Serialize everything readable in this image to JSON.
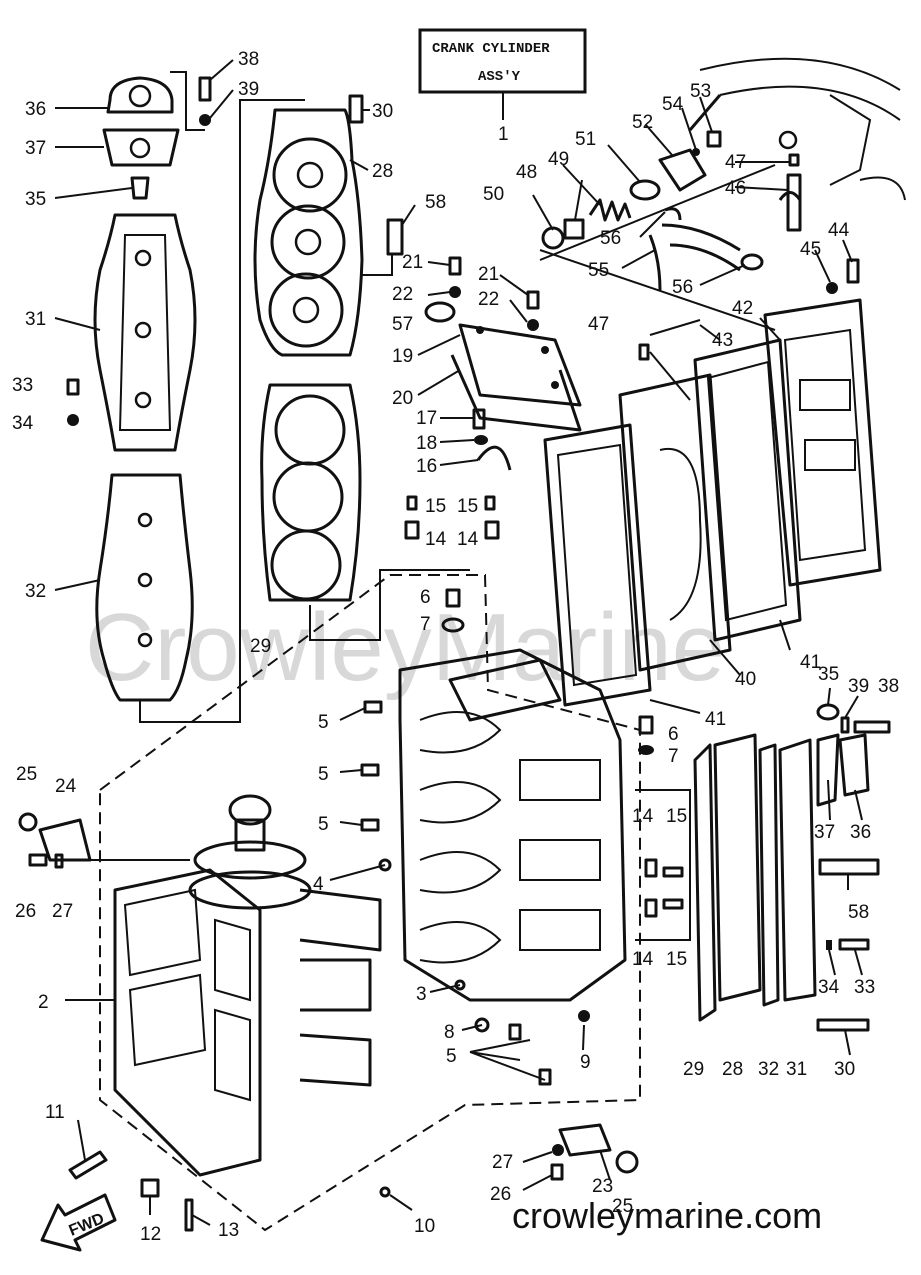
{
  "diagram": {
    "title_line1": "CRANK CYLINDER",
    "title_line2": "ASS'Y",
    "watermark": "CrowleyMarine",
    "website": "crowleymarine.com",
    "fwd_label": "FWD"
  },
  "callouts": [
    {
      "id": "c38a",
      "text": "38"
    },
    {
      "id": "c39a",
      "text": "39"
    },
    {
      "id": "c36a",
      "text": "36"
    },
    {
      "id": "c37a",
      "text": "37"
    },
    {
      "id": "c35a",
      "text": "35"
    },
    {
      "id": "c31a",
      "text": "31"
    },
    {
      "id": "c33a",
      "text": "33"
    },
    {
      "id": "c34a",
      "text": "34"
    },
    {
      "id": "c32a",
      "text": "32"
    },
    {
      "id": "c30a",
      "text": "30"
    },
    {
      "id": "c28a",
      "text": "28"
    },
    {
      "id": "c58a",
      "text": "58"
    },
    {
      "id": "c21a",
      "text": "21"
    },
    {
      "id": "c22a",
      "text": "22"
    },
    {
      "id": "c21b",
      "text": "21"
    },
    {
      "id": "c22b",
      "text": "22"
    },
    {
      "id": "c57",
      "text": "57"
    },
    {
      "id": "c19",
      "text": "19"
    },
    {
      "id": "c20",
      "text": "20"
    },
    {
      "id": "c17",
      "text": "17"
    },
    {
      "id": "c18",
      "text": "18"
    },
    {
      "id": "c16",
      "text": "16"
    },
    {
      "id": "c15a",
      "text": "15"
    },
    {
      "id": "c15b",
      "text": "15"
    },
    {
      "id": "c14a",
      "text": "14"
    },
    {
      "id": "c14b",
      "text": "14"
    },
    {
      "id": "c29a",
      "text": "29"
    },
    {
      "id": "c6a",
      "text": "6"
    },
    {
      "id": "c7a",
      "text": "7"
    },
    {
      "id": "c1",
      "text": "1"
    },
    {
      "id": "c54",
      "text": "54"
    },
    {
      "id": "c53",
      "text": "53"
    },
    {
      "id": "c52",
      "text": "52"
    },
    {
      "id": "c51",
      "text": "51"
    },
    {
      "id": "c49",
      "text": "49"
    },
    {
      "id": "c48",
      "text": "48"
    },
    {
      "id": "c50",
      "text": "50"
    },
    {
      "id": "c56a",
      "text": "56"
    },
    {
      "id": "c55",
      "text": "55"
    },
    {
      "id": "c56b",
      "text": "56"
    },
    {
      "id": "c47a",
      "text": "47"
    },
    {
      "id": "c46",
      "text": "46"
    },
    {
      "id": "c45",
      "text": "45"
    },
    {
      "id": "c44",
      "text": "44"
    },
    {
      "id": "c42",
      "text": "42"
    },
    {
      "id": "c47b",
      "text": "47"
    },
    {
      "id": "c43",
      "text": "43"
    },
    {
      "id": "c40",
      "text": "40"
    },
    {
      "id": "c41a",
      "text": "41"
    },
    {
      "id": "c41b",
      "text": "41"
    },
    {
      "id": "c5a",
      "text": "5"
    },
    {
      "id": "c5b",
      "text": "5"
    },
    {
      "id": "c5c",
      "text": "5"
    },
    {
      "id": "c4",
      "text": "4"
    },
    {
      "id": "c6b",
      "text": "6"
    },
    {
      "id": "c7b",
      "text": "7"
    },
    {
      "id": "c25a",
      "text": "25"
    },
    {
      "id": "c24",
      "text": "24"
    },
    {
      "id": "c26a",
      "text": "26"
    },
    {
      "id": "c27a",
      "text": "27"
    },
    {
      "id": "c2",
      "text": "2"
    },
    {
      "id": "c3",
      "text": "3"
    },
    {
      "id": "c8",
      "text": "8"
    },
    {
      "id": "c5d",
      "text": "5"
    },
    {
      "id": "c9",
      "text": "9"
    },
    {
      "id": "c14c",
      "text": "14"
    },
    {
      "id": "c15c",
      "text": "15"
    },
    {
      "id": "c14d",
      "text": "14"
    },
    {
      "id": "c15d",
      "text": "15"
    },
    {
      "id": "c35b",
      "text": "35"
    },
    {
      "id": "c39b",
      "text": "39"
    },
    {
      "id": "c38b",
      "text": "38"
    },
    {
      "id": "c37b",
      "text": "37"
    },
    {
      "id": "c36b",
      "text": "36"
    },
    {
      "id": "c58b",
      "text": "58"
    },
    {
      "id": "c34b",
      "text": "34"
    },
    {
      "id": "c33b",
      "text": "33"
    },
    {
      "id": "c29b",
      "text": "29"
    },
    {
      "id": "c28b",
      "text": "28"
    },
    {
      "id": "c32b",
      "text": "32"
    },
    {
      "id": "c31b",
      "text": "31"
    },
    {
      "id": "c30b",
      "text": "30"
    },
    {
      "id": "c11",
      "text": "11"
    },
    {
      "id": "c27b",
      "text": "27"
    },
    {
      "id": "c26b",
      "text": "26"
    },
    {
      "id": "c23",
      "text": "23"
    },
    {
      "id": "c25b",
      "text": "25"
    },
    {
      "id": "c12",
      "text": "12"
    },
    {
      "id": "c13",
      "text": "13"
    },
    {
      "id": "c10",
      "text": "10"
    }
  ]
}
